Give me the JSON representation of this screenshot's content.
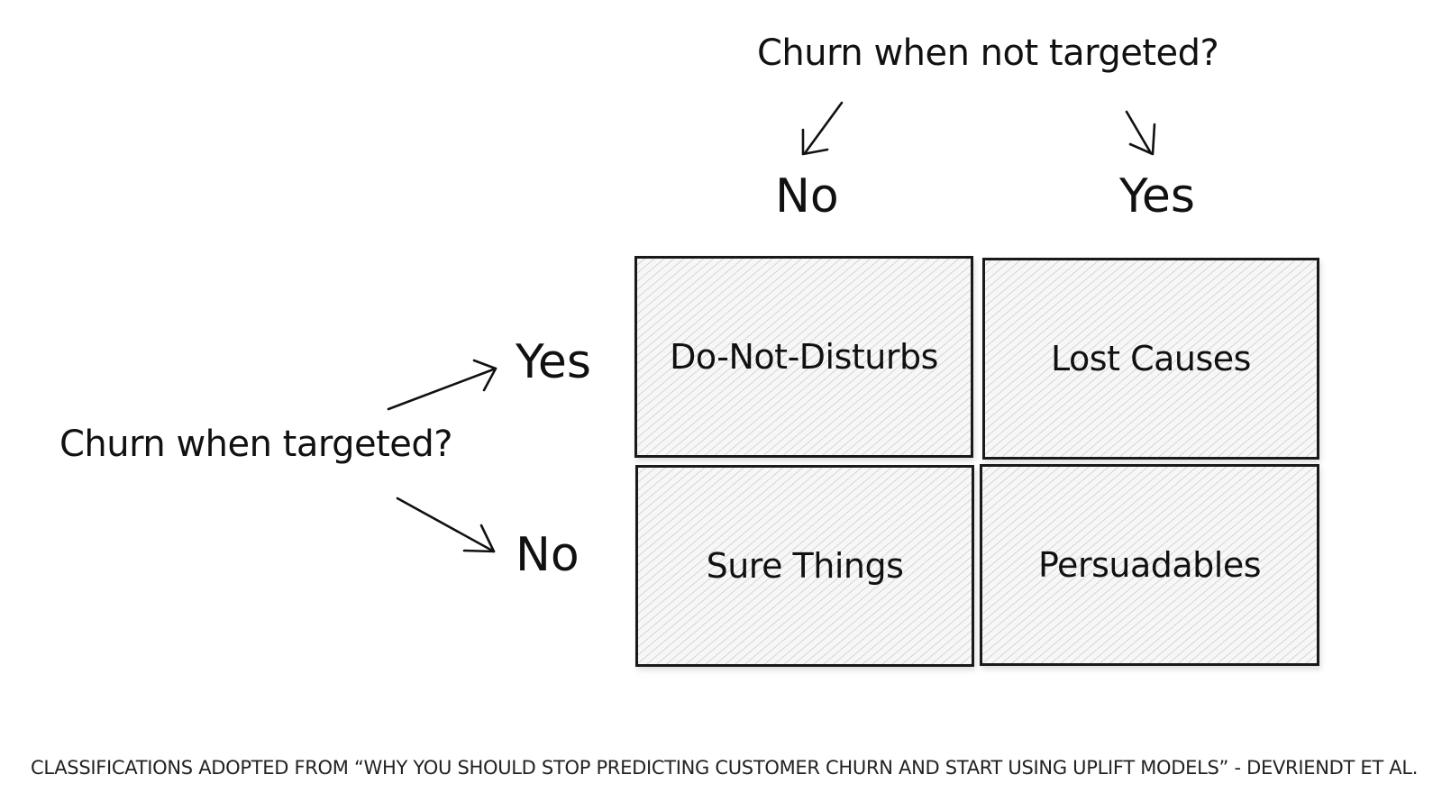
{
  "top_axis": {
    "question": "Churn when not targeted?",
    "answers": [
      "No",
      "Yes"
    ]
  },
  "left_axis": {
    "question": "Churn when targeted?",
    "answers": [
      "Yes",
      "No"
    ]
  },
  "matrix": {
    "rows": [
      [
        "Do-Not-Disturbs",
        "Lost Causes"
      ],
      [
        "Sure Things",
        "Persuadables"
      ]
    ]
  },
  "footer": {
    "citation": "CLASSIFICATIONS ADOPTED FROM “WHY YOU SHOULD STOP PREDICTING CUSTOMER CHURN AND START USING UPLIFT MODELS” - DEVRIENDT ET AL."
  }
}
